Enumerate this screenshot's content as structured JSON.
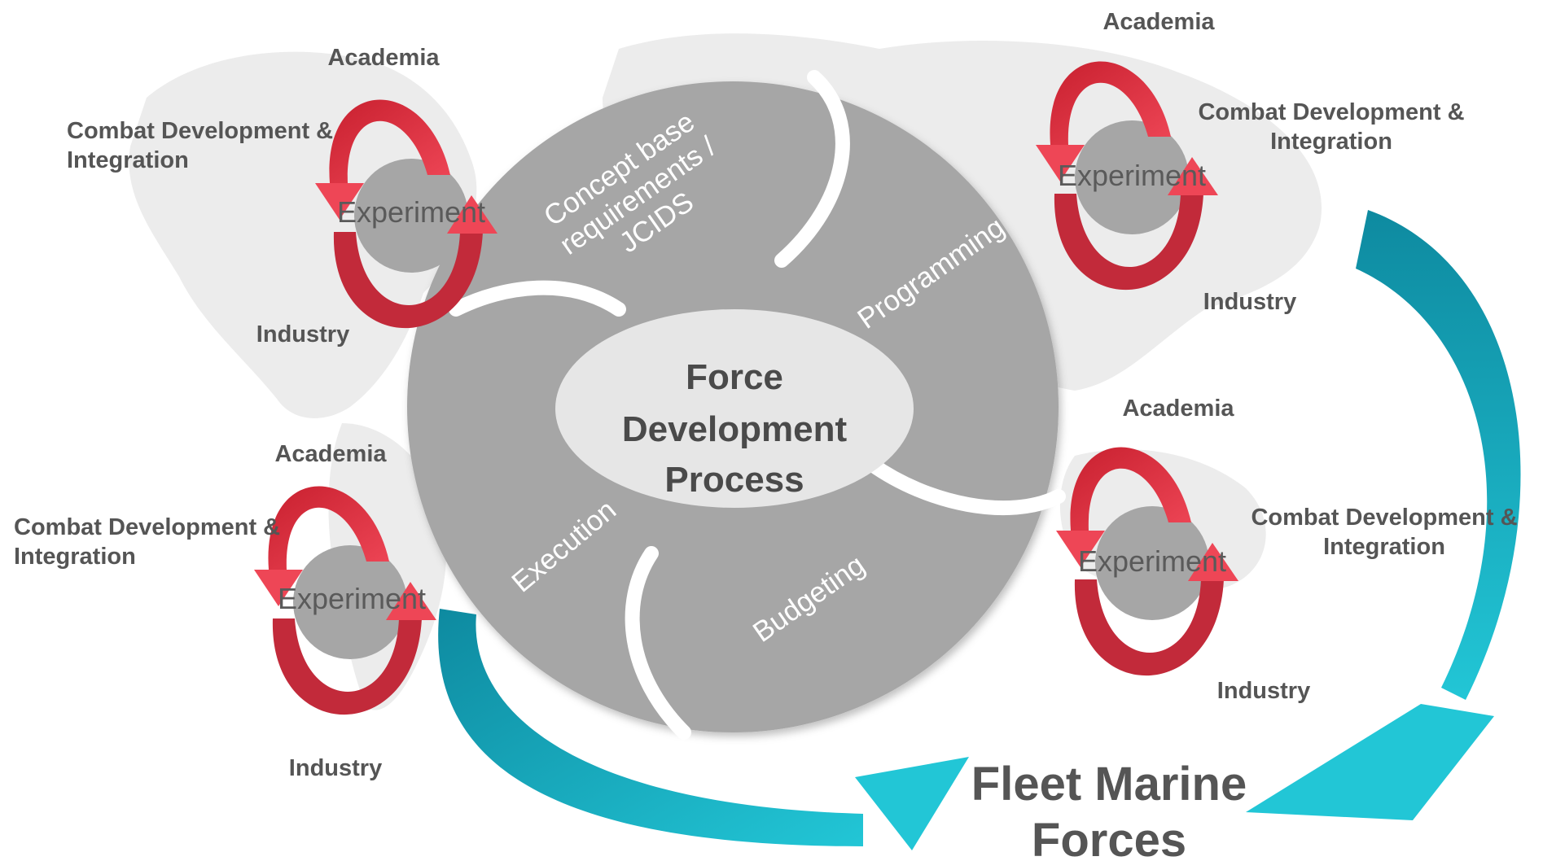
{
  "center": {
    "lines": [
      "Force",
      "Development",
      "Process"
    ]
  },
  "petals": {
    "concept": [
      "Concept base",
      "requirements /",
      "JCIDS"
    ],
    "programming": "Programming",
    "budgeting": "Budgeting",
    "execution": "Execution"
  },
  "clusters": [
    {
      "academia": "Academia",
      "combat": [
        "Combat Development &",
        "Integration"
      ],
      "experiment": "Experiment",
      "industry": "Industry"
    },
    {
      "academia": "Academia",
      "combat": [
        "Combat Development &",
        "Integration"
      ],
      "experiment": "Experiment",
      "industry": "Industry"
    },
    {
      "academia": "Academia",
      "combat": [
        "Combat Development &",
        "Integration"
      ],
      "experiment": "Experiment",
      "industry": "Industry"
    },
    {
      "academia": "Academia",
      "combat": [
        "Combat Development &",
        "Integration"
      ],
      "experiment": "Experiment",
      "industry": "Industry"
    }
  ],
  "destination": {
    "lines": [
      "Fleet Marine",
      "Forces"
    ]
  },
  "colors": {
    "petal": "#a6a6a6",
    "center": "#e6e6e6",
    "map": "#ececec",
    "cycle_arrow": "#d9303f",
    "flow_arrow": "#1ab7c6",
    "label": "#555555"
  }
}
